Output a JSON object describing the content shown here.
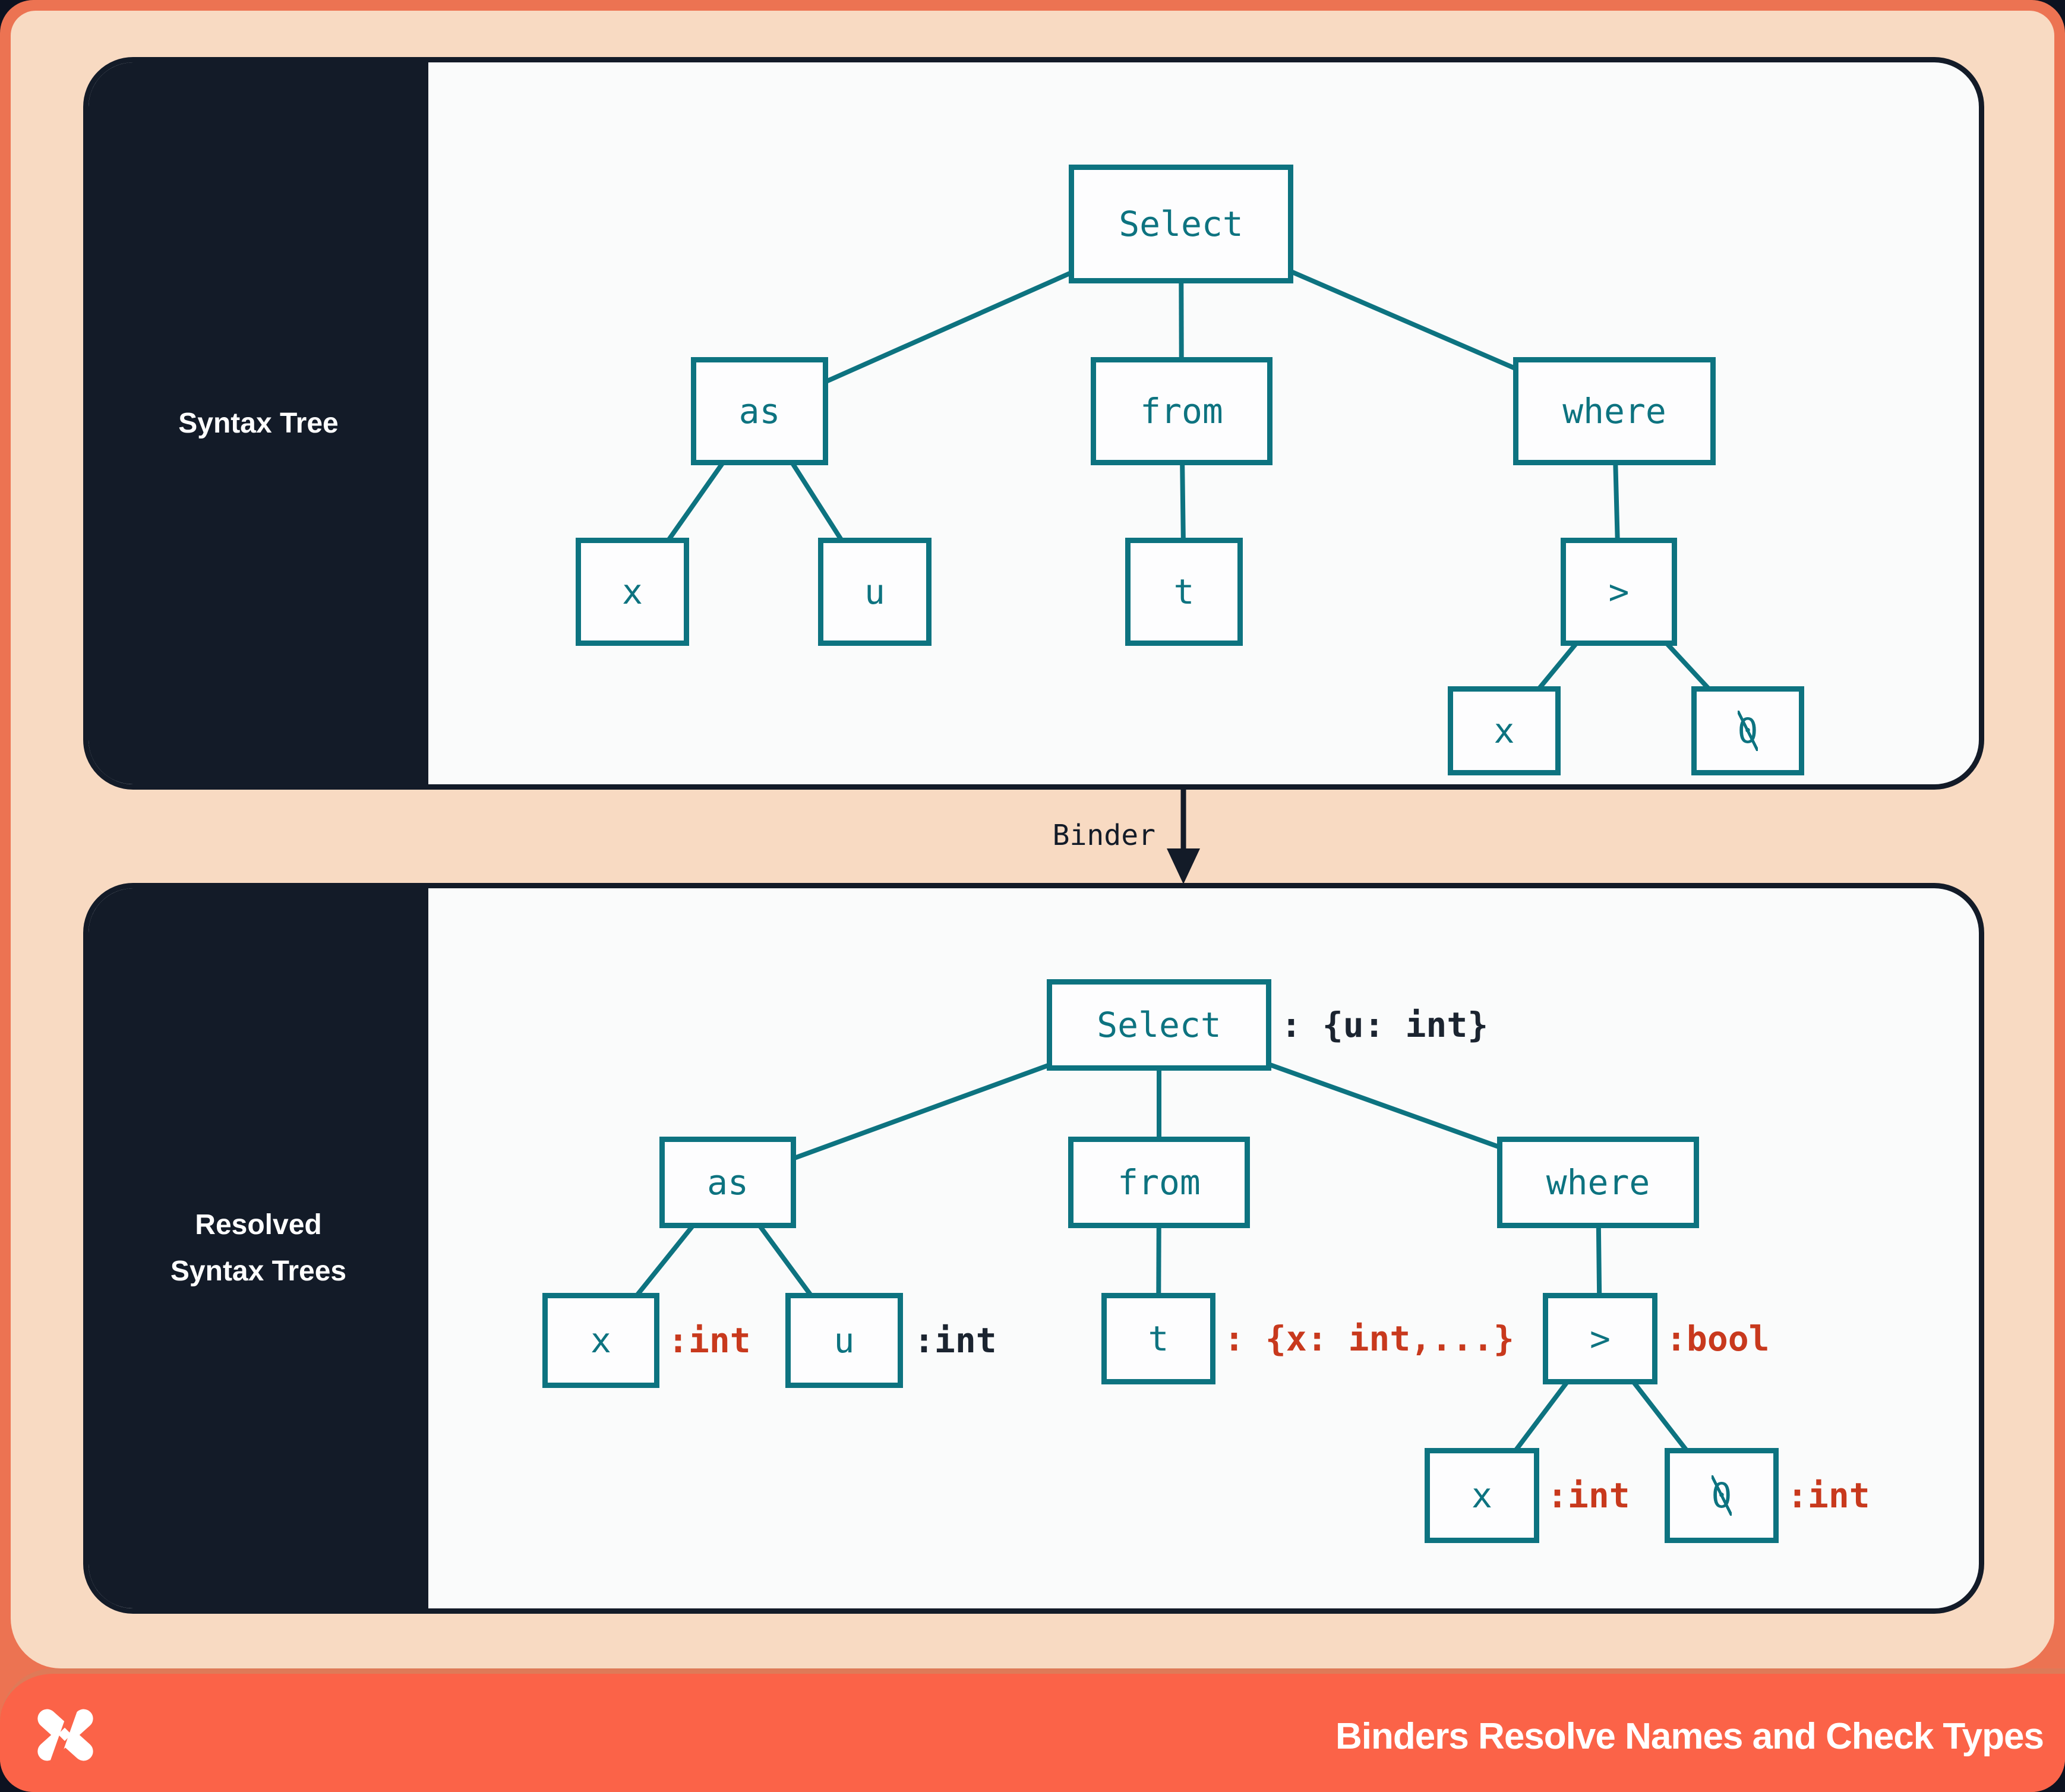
{
  "colors": {
    "frame_coral": "#EC7352",
    "peach_background": "#F8DAC2",
    "panel_background": "#FAFBFB",
    "dark_navy": "#131B28",
    "teal": "#0D7380",
    "annotation_red": "#C8391D",
    "annotation_dark": "#1B2430",
    "footer_coral": "#FB6348",
    "footer_shadow": "#DE7A58",
    "white": "#FFFFFF"
  },
  "sidebar_top": {
    "title": "Syntax Tree"
  },
  "sidebar_bottom": {
    "line1": "Resolved",
    "line2": "Syntax Trees"
  },
  "binder": {
    "label": "Binder"
  },
  "footer": {
    "title": "Binders Resolve Names and Check Types",
    "logo": "x-pinwheel-logo"
  },
  "syntax_tree": {
    "select": "Select",
    "as": "as",
    "from": "from",
    "where": "where",
    "x_as": "x",
    "u_as": "u",
    "t": "t",
    "gt": ">",
    "x_gt": "x",
    "zero": "0"
  },
  "resolved_tree": {
    "select": {
      "label": "Select",
      "type": ": {u: int}"
    },
    "as": {
      "label": "as"
    },
    "from": {
      "label": "from"
    },
    "where": {
      "label": "where"
    },
    "x_as": {
      "label": "x",
      "type": ":int"
    },
    "u_as": {
      "label": "u",
      "type": ":int"
    },
    "t": {
      "label": "t",
      "type": ": {x: int,...}"
    },
    "gt": {
      "label": ">",
      "type": ":bool"
    },
    "x_gt": {
      "label": "x",
      "type": ":int"
    },
    "zero": {
      "label": "0",
      "type": ":int"
    }
  }
}
